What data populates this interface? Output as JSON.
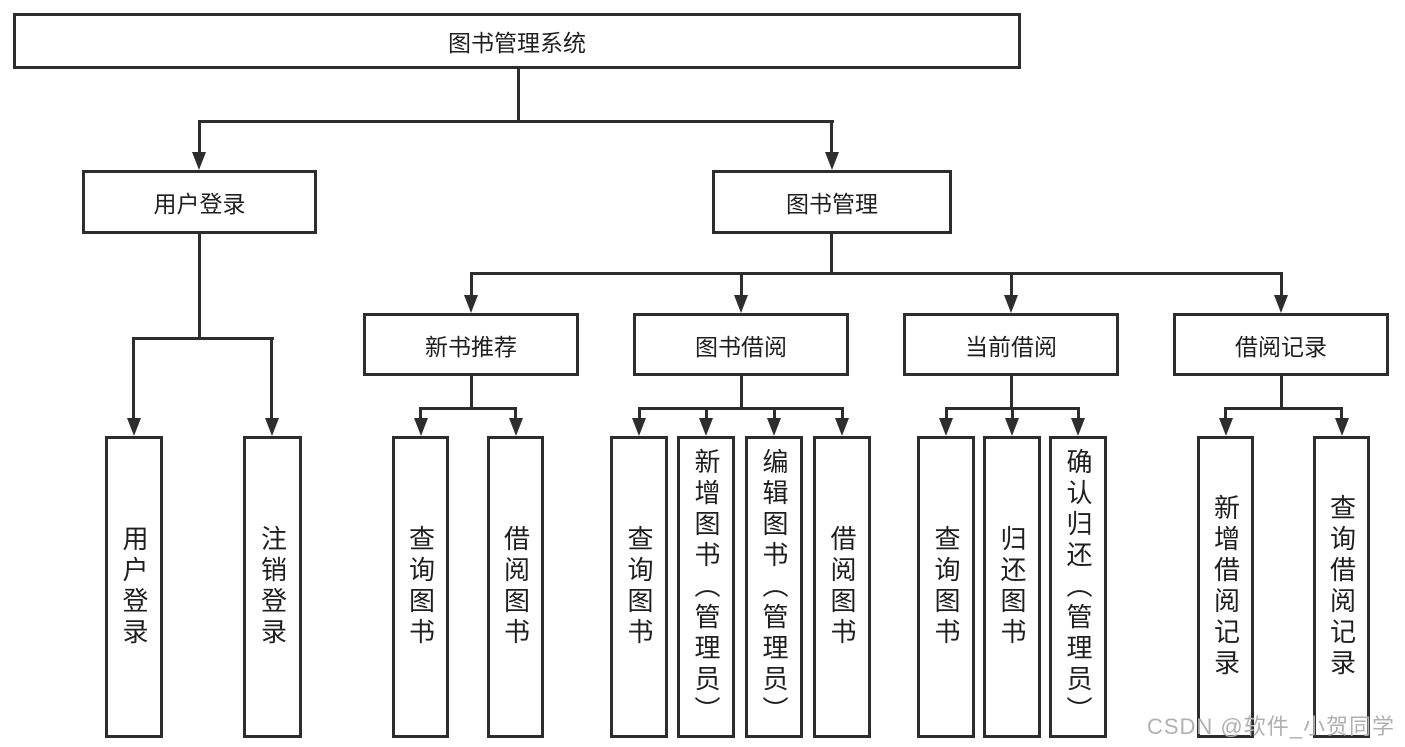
{
  "tree": {
    "root": {
      "label": "图书管理系统"
    },
    "branches": [
      {
        "label": "用户登录",
        "children": [
          {
            "label": "用户登录"
          },
          {
            "label": "注销登录"
          }
        ]
      },
      {
        "label": "图书管理",
        "children": [
          {
            "label": "新书推荐",
            "children": [
              {
                "label": "查询图书"
              },
              {
                "label": "借阅图书"
              }
            ]
          },
          {
            "label": "图书借阅",
            "children": [
              {
                "label": "查询图书"
              },
              {
                "label": "新增图书（管理员）"
              },
              {
                "label": "编辑图书（管理员）"
              },
              {
                "label": "借阅图书"
              }
            ]
          },
          {
            "label": "当前借阅",
            "children": [
              {
                "label": "查询图书"
              },
              {
                "label": "归还图书"
              },
              {
                "label": "确认归还（管理员）"
              }
            ]
          },
          {
            "label": "借阅记录",
            "children": [
              {
                "label": "新增借阅记录"
              },
              {
                "label": "查询借阅记录"
              }
            ]
          }
        ]
      }
    ]
  },
  "watermark": "CSDN @软件_小贺同学",
  "colors": {
    "line": "#2d2d2d",
    "text": "#1f1f1f",
    "watermark": "#b0b0b0",
    "background": "#ffffff"
  }
}
